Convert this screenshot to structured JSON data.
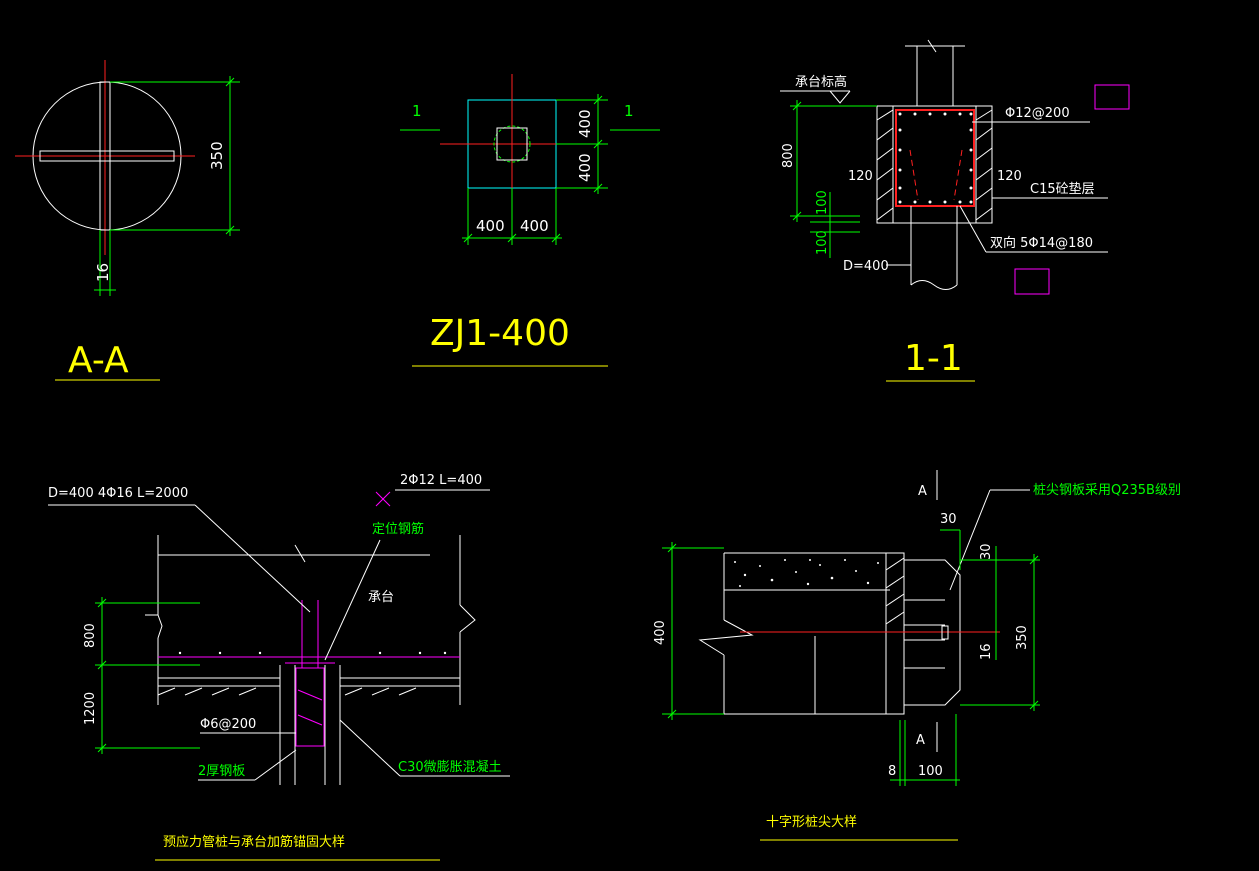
{
  "colors": {
    "background": "#000000",
    "line": "#ffffff",
    "dimension": "#00ff00",
    "centerline": "#ff2020",
    "title": "#ffff00",
    "rebar": "#ff00ff",
    "cap_outline": "#00ffff"
  },
  "section_aa": {
    "title": "A-A",
    "dim_height": "350",
    "dim_plate": "16"
  },
  "plan_zj1": {
    "title": "ZJ1-400",
    "cut_left": "1",
    "cut_right": "1",
    "dim_top": "400",
    "dim_bottom": "400",
    "dim_left": "400",
    "dim_right": "400"
  },
  "section_11": {
    "title": "1-1",
    "cap_level": "承台标高",
    "rebar_top": "Φ12@200",
    "side_left": "120",
    "side_right": "120",
    "bedding": "C15砼垫层",
    "rebar_bottom": "双向 5Φ14@180",
    "depth": "800",
    "dim_100a": "100",
    "dim_100b": "100",
    "pile_dia": "D=400"
  },
  "anchor_detail": {
    "title": "预应力管桩与承台加筋锚固大样",
    "pile_spec": "D=400  4Φ16  L=2000",
    "locating_bar_spec": "2Φ12  L=400",
    "locating_bar": "定位钢筋",
    "cap": "承台",
    "dim_800": "800",
    "dim_1200": "1200",
    "stirrup": "Φ6@200",
    "steel_plate": "2厚钢板",
    "concrete": "C30微膨胀混凝土"
  },
  "pile_tip": {
    "title": "十字形桩尖大样",
    "note": "桩尖钢板采用Q235B级别",
    "cut_top": "A",
    "cut_bottom": "A",
    "dim_30a": "30",
    "dim_30b": "30",
    "dim_400": "400",
    "dim_350": "350",
    "dim_16": "16",
    "dim_8": "8",
    "dim_100": "100"
  }
}
